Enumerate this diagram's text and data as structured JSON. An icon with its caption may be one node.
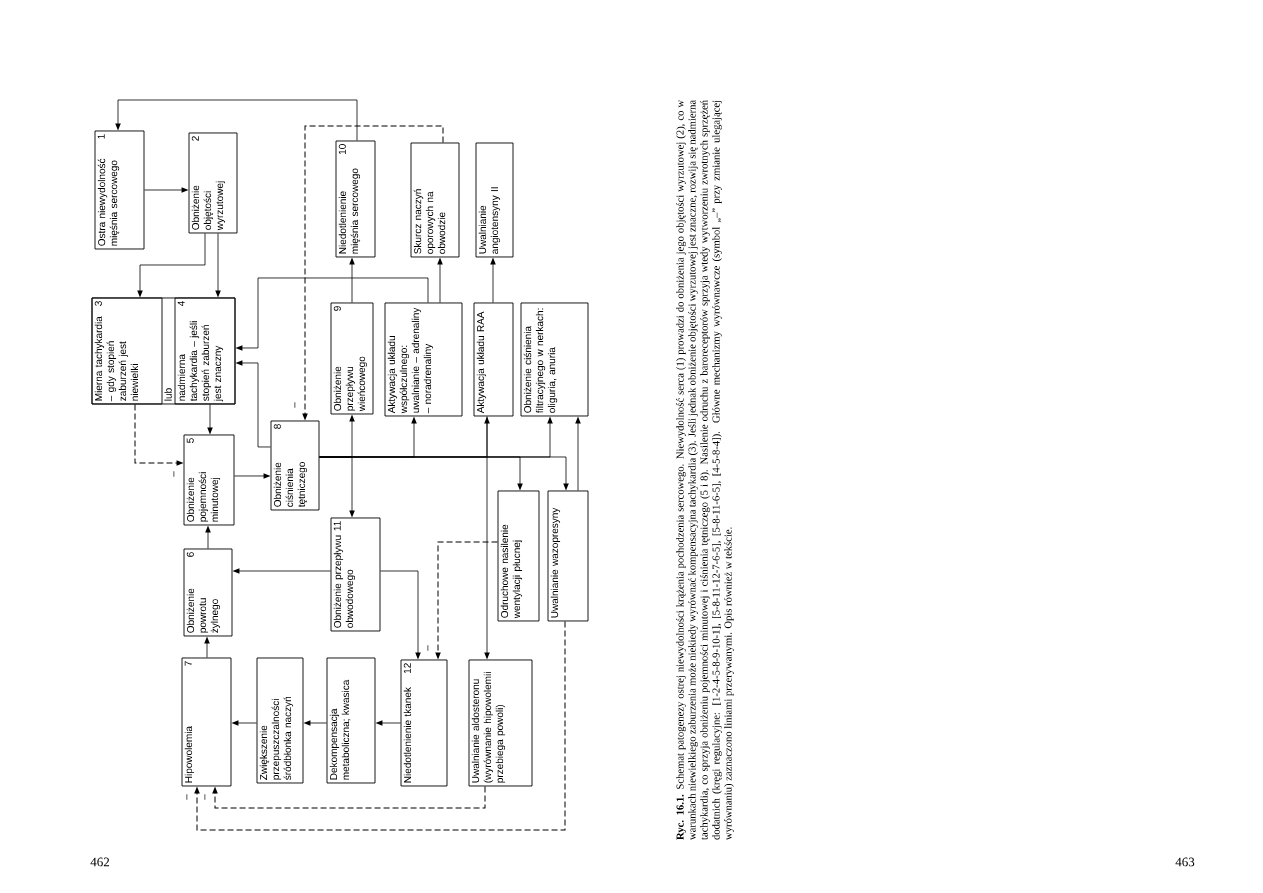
{
  "diagram": {
    "caption": "**Ryc. 16.1.** Schemat patogenezy ostrej niewydolności krążenia pochodzenia sercowego. Niewydolność serca (1) prowadzi do obniżenia jego objętości wyrzutowej (2), co w warunkach niewielkiego zaburzenia może niekiedy wyrównać kompensacyjna tachykardia (3). Jeśli jednak obniżenie objętości wyrzutowej jest znaczne, rozwija się nadmierna tachykardia, co sprzyja obniżeniu pojemności minutowej i ciśnienia tętniczego (5 i 8). Nasilenie odruchu z baroreceptorów sprzyja wtedy wytworzeniu zwrotnych sprzężeń dodatnich (kręgi regulacyjne: [1-2-4-5-8-9-10-1], [5-8-11-12-7-6-5], [5-8-11-6-5], [4-5-8-4]). Główne mechanizmy wyrównawcze (symbol „–” przy zmianie ulegającej wyrównaniu) zaznaczono liniami przerywanymi. Opis również w tekście.",
    "nodes": [
      {
        "text": [
          "Ostra niewydolność mięśnia sercowego",
          "1"
        ]
      },
      {
        "text": [
          "Obniżenie objętości wyrzutowej",
          "2"
        ]
      },
      {
        "text": [
          "lub"
        ]
      },
      {
        "text": [
          "Mierna tachykardia – gdy stopień zaburzeń jest niewielki",
          "3"
        ],
        "in": 2
      },
      {
        "text": [
          "nadmierna tachykardia – jeśli stopień zaburzeń jest znaczny",
          "4"
        ],
        "in": 2
      },
      {
        "text": [
          "Obniżenie pojemności minutowej",
          "5"
        ]
      },
      {
        "text": [
          "Obniżenie ciśnienia tętniczego",
          "8"
        ]
      },
      {
        "text": [
          "Obniżenie przepływu wieńcowego",
          "9"
        ]
      },
      {
        "text": [
          "Niedotlenienie mięśnia sercowego",
          "10"
        ]
      },
      {
        "text": [
          "Skurcz naczyń oporowych na obwodzie"
        ]
      },
      {
        "text": [
          "Aktywacja układu współczulnego: uwalnianie – adrenaliny – noradrenaliny"
        ]
      },
      {
        "text": [
          "Uwalnianie angiotensyny II"
        ]
      },
      {
        "text": [
          "Aktywacja układu RAA"
        ]
      },
      {
        "text": [
          "Obniżenie ciśnienia filtracyjnego w nerkach: oliguria, anuria"
        ]
      },
      {
        "text": [
          "Obniżenie przepływu obwodowego",
          "11"
        ]
      },
      {
        "text": [
          "Obniżenie powrotu żylnego",
          "6"
        ]
      },
      {
        "text": [
          "Hipowolemia",
          "7"
        ]
      },
      {
        "text": [
          "Zwiększenie przepuszczalności śródbłonka naczyń"
        ]
      },
      {
        "text": [
          "Dekompensacja metaboliczna; kwasica"
        ]
      },
      {
        "text": [
          "Odruchowe nasilenie wentylacji płucnej"
        ]
      },
      {
        "text": [
          "Uwalnianie wazopresyny"
        ]
      },
      {
        "text": [
          "Niedotlenienie tkanek",
          "12"
        ]
      },
      {
        "text": [
          "Uwalnianie aldosteronu (wyrównanie hipowolemii przebiega powoli)"
        ]
      }
    ],
    "edges": [
      {
        "from": 0,
        "to": 1,
        "arrow": "to"
      },
      {
        "from": 1,
        "to": 3,
        "arrow": "to"
      },
      {
        "from": 1,
        "to": 4,
        "arrow": "to"
      },
      {
        "from": 3,
        "to": 5,
        "arrow": "to",
        "style": "dashed",
        "label": "–"
      },
      {
        "from": 4,
        "to": 5,
        "arrow": "to"
      },
      {
        "from": 5,
        "to": 6,
        "arrow": "to"
      },
      {
        "from": 15,
        "to": 5,
        "arrow": "to"
      },
      {
        "from": 16,
        "to": 15,
        "arrow": "to"
      },
      {
        "from": 6,
        "to": 4,
        "arrow": "to"
      },
      {
        "from": 10,
        "to": 4,
        "arrow": "to"
      },
      {
        "from": 7,
        "to": 8,
        "arrow": "to"
      },
      {
        "from": 8,
        "to": 0,
        "arrow": "to"
      },
      {
        "from": 9,
        "to": 6,
        "arrow": "to",
        "style": "dashed",
        "label": "–"
      },
      {
        "from": 10,
        "to": 9,
        "arrow": "to"
      },
      {
        "from": 12,
        "to": 11,
        "arrow": "to"
      },
      {
        "from": 6,
        "to": 7,
        "arrow": "to"
      },
      {
        "from": 6,
        "to": 14,
        "arrow": "to"
      },
      {
        "from": 6,
        "to": 10,
        "arrow": "to"
      },
      {
        "from": 6,
        "to": 12,
        "arrow": "to"
      },
      {
        "from": 6,
        "to": 19,
        "arrow": "to"
      },
      {
        "from": 6,
        "to": 13,
        "arrow": "to"
      },
      {
        "from": 6,
        "to": 20,
        "arrow": "to"
      },
      {
        "from": 20,
        "to": 13,
        "arrow": "to"
      },
      {
        "from": 12,
        "to": 22,
        "arrow": "to"
      },
      {
        "from": 14,
        "to": 15,
        "arrow": "to"
      },
      {
        "from": 14,
        "to": 21,
        "arrow": "to"
      },
      {
        "from": 19,
        "to": 21,
        "arrow": "to",
        "style": "dashed",
        "label": "–"
      },
      {
        "from": 21,
        "to": 18,
        "arrow": "to"
      },
      {
        "from": 18,
        "to": 17,
        "arrow": "to"
      },
      {
        "from": 17,
        "to": 16,
        "arrow": "to"
      },
      {
        "from": 22,
        "to": 16,
        "arrow": "to",
        "style": "dashed",
        "label": "–"
      },
      {
        "from": 20,
        "to": 16,
        "arrow": "to",
        "style": "dashed",
        "label": "–"
      }
    ],
    "labels": [
      "462",
      "463"
    ]
  }
}
